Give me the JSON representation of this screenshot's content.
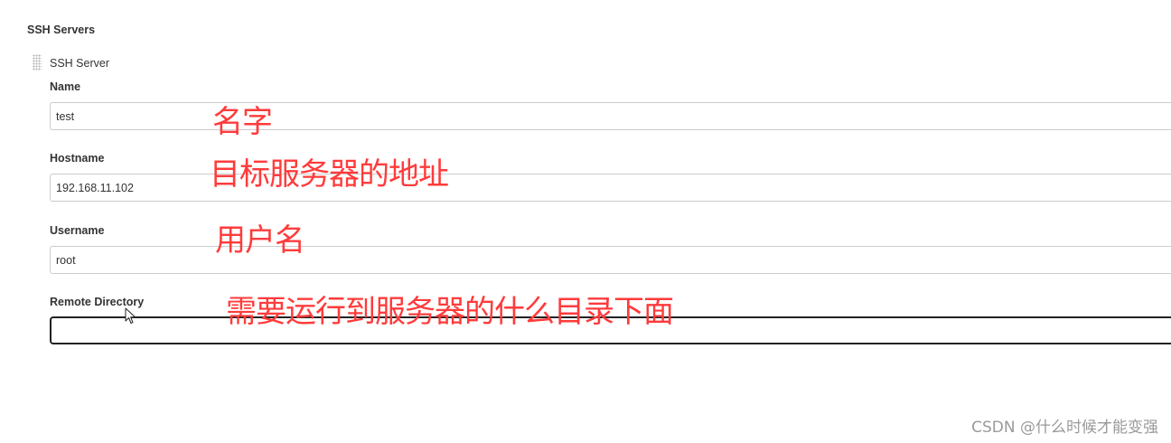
{
  "section": {
    "title": "SSH Servers"
  },
  "server": {
    "title": "SSH Server",
    "fields": {
      "name": {
        "label": "Name",
        "value": "test"
      },
      "hostname": {
        "label": "Hostname",
        "value": "192.168.11.102"
      },
      "username": {
        "label": "Username",
        "value": "root"
      },
      "remote_directory": {
        "label": "Remote Directory",
        "value": ""
      }
    }
  },
  "annotations": {
    "name": "名字",
    "hostname": "目标服务器的地址",
    "username": "用户名",
    "remote_directory": "需要运行到服务器的什么目录下面"
  },
  "colors": {
    "annotation": "#ff3b3b",
    "input_border": "#cccccc",
    "focused_border": "#222222"
  },
  "watermark": "CSDN @什么时候才能变强"
}
